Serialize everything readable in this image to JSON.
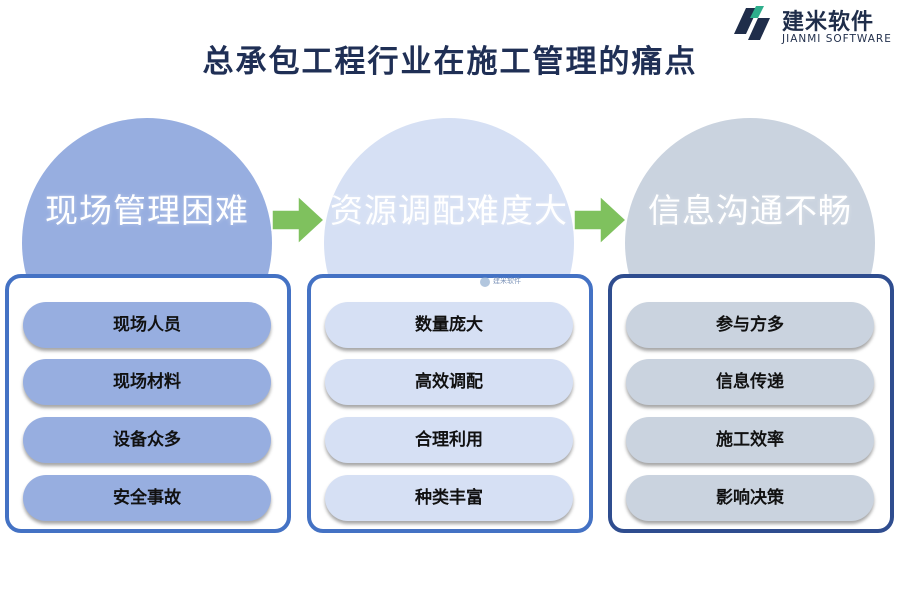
{
  "brand": {
    "name": "建米软件",
    "subtitle": "JIANMI SOFTWARE",
    "watermark_name": "建米软件",
    "watermark_sub": "JIANMI SOFTWARE"
  },
  "title": "总承包工程行业在施工管理的痛点",
  "columns": [
    {
      "heading": "现场管理困难",
      "circle_color": "#97aee0",
      "border_color": "#4472c4",
      "pill_color": "#97aee0",
      "items": [
        "现场人员",
        "现场材料",
        "设备众多",
        "安全事故"
      ]
    },
    {
      "heading": "资源调配难度大",
      "circle_color": "#d6e0f4",
      "border_color": "#4472c4",
      "pill_color": "#d6e0f4",
      "items": [
        "数量庞大",
        "高效调配",
        "合理利用",
        "种类丰富"
      ]
    },
    {
      "heading": "信息沟通不畅",
      "circle_color": "#cad3df",
      "border_color": "#2f4d8f",
      "pill_color": "#cad3df",
      "items": [
        "参与方多",
        "信息传递",
        "施工效率",
        "影响决策"
      ]
    }
  ],
  "arrow_color": "#7fc15e"
}
